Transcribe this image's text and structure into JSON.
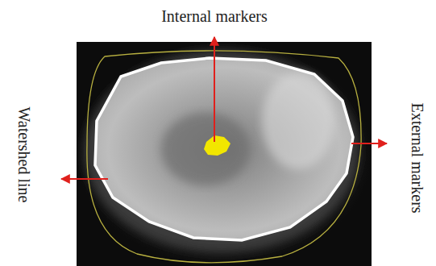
{
  "diagram": {
    "labels": [
      "Internal markers",
      "Watershed line",
      "External markers"
    ]
  }
}
